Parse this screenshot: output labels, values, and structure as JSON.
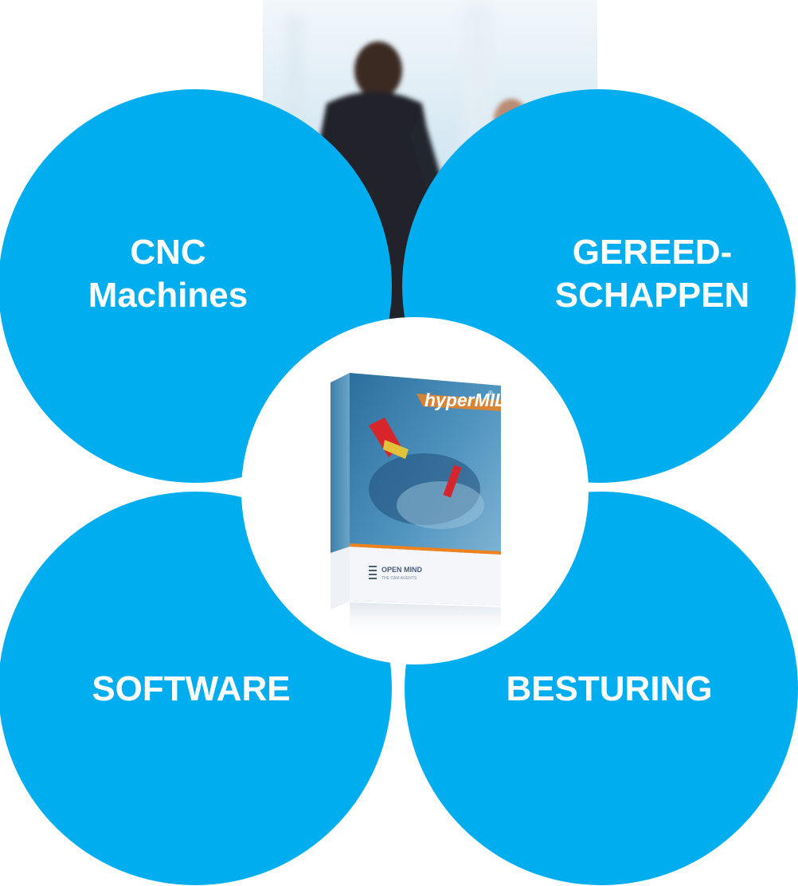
{
  "quadrants": {
    "top_left": {
      "line1": "CNC",
      "line2": "Machines"
    },
    "top_right": {
      "line1": "GEREED-",
      "line2": "SCHAPPEN"
    },
    "bottom_left": {
      "label": "SOFTWARE"
    },
    "bottom_right": {
      "label": "BESTURING"
    }
  },
  "product": {
    "brand": "hyperMILL",
    "trademark": "®",
    "publisher": "OPEN MIND",
    "tagline": "THE CAM AGENTS"
  },
  "colors": {
    "circle_blue": "#00aeef",
    "label_text": "#ffffff",
    "box_orange": "#f0821e"
  }
}
